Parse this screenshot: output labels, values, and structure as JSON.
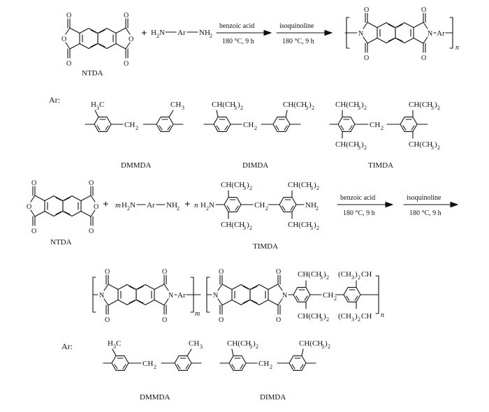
{
  "reaction1": {
    "monomer_label": "NTDA",
    "plus": "+",
    "diamine_left_H": "H",
    "diamine_left_sub": "2",
    "diamine_N1": "N",
    "diamine_Ar": "Ar",
    "diamine_right_NH": "NH",
    "diamine_right_sub": "2",
    "arrow1_top": "benzoic acid",
    "arrow1_bottom": "180 °C, 9 h",
    "arrow2_top": "isoquinoline",
    "arrow2_bottom": "180 °C, 9 h",
    "product_Ar": "Ar",
    "product_n": "n",
    "atom_O": "O",
    "atom_N": "N"
  },
  "ar1": {
    "label": "Ar:",
    "names": [
      "DMMDA",
      "DIMDA",
      "TIMDA"
    ],
    "ch3": "CH",
    "ch3_sub": "3",
    "h3c": "H",
    "h3c_sub": "3",
    "h3c_c": "C",
    "ch2": "CH",
    "ch2_sub": "2",
    "ipr": "CH(CH",
    "ipr_sub1": "3",
    "ipr_close": ")",
    "ipr_sub2": "2"
  },
  "reaction2": {
    "monomer_label": "NTDA",
    "plus": "+",
    "m_prefix": "m",
    "n_prefix": "n",
    "diamine_H": "H",
    "diamine_N": "N",
    "diamine_Ar": "Ar",
    "diamine_NH": "NH",
    "sub2": "2",
    "timda_label": "TIMDA",
    "arrow1_top": "benzoic acid",
    "arrow1_bottom": "180 °C, 9 h",
    "arrow2_top": "isoquinoline",
    "arrow2_bottom": "180 °C, 9 h"
  },
  "product2": {
    "Ar": "Ar",
    "m": "m",
    "n": "n",
    "rev_ipr_open": "(CH",
    "rev_ipr_close": ")",
    "rev_ipr_ch": "CH"
  },
  "ar2": {
    "label": "Ar:",
    "names": [
      "DMMDA",
      "DIMDA"
    ]
  }
}
